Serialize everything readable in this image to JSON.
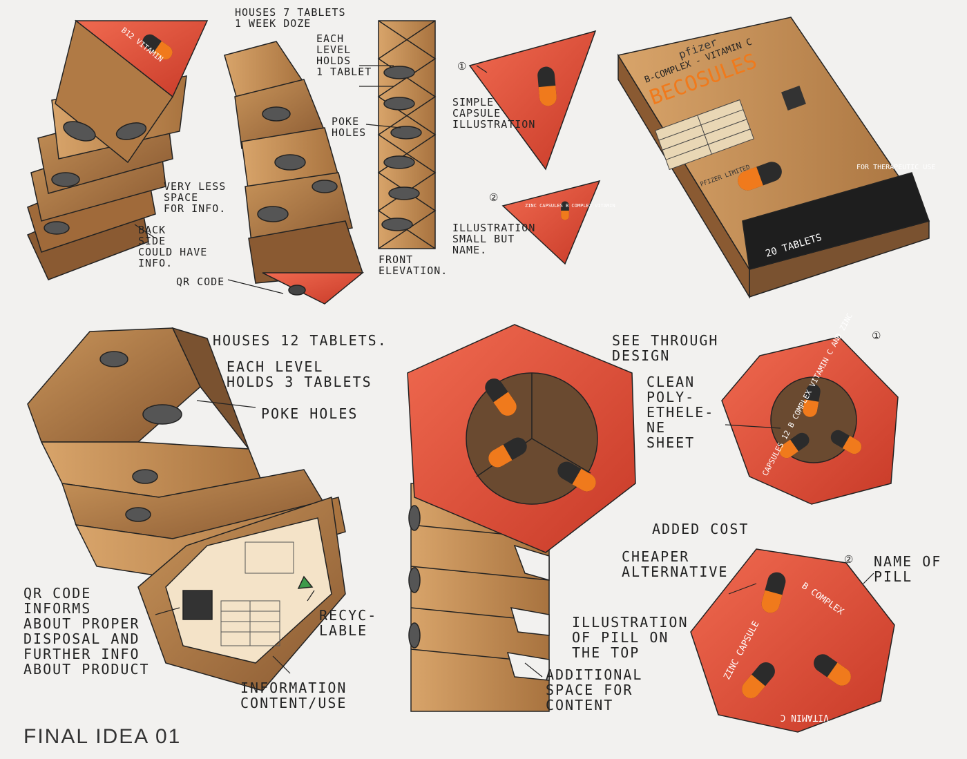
{
  "colors": {
    "cardboard": "#b07a45",
    "cardboard_dark": "#7a5230",
    "red": "#e04a35",
    "orange": "#f07a1c",
    "ink": "#222222",
    "paper": "#f2f1ef"
  },
  "notes": {
    "houses7": "HOUSES 7 TABLETS\n1 WEEK DOZE",
    "each_level_1": "EACH\nLEVEL\nHOLDS\n1 TABLET",
    "poke_holes_top": "POKE\nHOLES",
    "simple_capsule": "SIMPLE\nCAPSULE\nILLUSTRATION",
    "very_less_space": "VERY LESS\nSPACE\nFOR INFO.",
    "back_side": "BACK\nSIDE\nCOULD HAVE\nINFO.",
    "qr_code": "QR CODE",
    "illustration_small": "ILLUSTRATION\nSMALL BUT\nNAME.",
    "front_elevation": "FRONT\nELEVATION.",
    "num1_top": "①",
    "num2_top": "②",
    "houses12": "HOUSES 12 TABLETS.",
    "each_level_3": "EACH LEVEL\nHOLDS 3 TABLETS",
    "poke_holes_bottom": "POKE HOLES",
    "see_through": "SEE THROUGH\nDESIGN",
    "clean_poly": "CLEAN\nPOLY-\nETHELE-\nNE\nSHEET",
    "added_cost": "ADDED COST",
    "cheaper": "CHEAPER\nALTERNATIVE",
    "name_of_pill": "NAME OF\nPILL",
    "num1_bottom": "①",
    "num2_bottom": "②",
    "illustration_top": "ILLUSTRATION\nOF PILL ON\nTHE TOP",
    "additional_space": "ADDITIONAL\nSPACE FOR\nCONTENT",
    "qr_informs": "QR CODE\nINFORMS\nABOUT PROPER\nDISPOSAL AND\nFURTHER INFO\nABOUT PRODUCT",
    "recyclable": "RECYC-\nLABLE",
    "information_content": "INFORMATION\nCONTENT/USE",
    "final_idea": "FINAL IDEA 01"
  },
  "labels": {
    "b12_vitamin": "B12 VITAMIN",
    "triangle_small_text": "ZINC CAPSULES B COMPLEX VITAMIN",
    "box_brand": "pfizer",
    "box_subtitle": "B-COMPLEX - VITAMIN C",
    "box_title": "BECOSULES",
    "box_maker": "PFIZER LIMITED",
    "box_use": "FOR\nTHERAPEUTIC\nUSE",
    "box_count": "20 TABLETS",
    "hex1_text": "CAPSULES 12 B COMPLEX VITAMIN C AND ZINC",
    "hex2_text_a": "B COMPLEX",
    "hex2_text_b": "VITAMIN C",
    "hex2_text_c": "ZINC CAPSULE"
  }
}
